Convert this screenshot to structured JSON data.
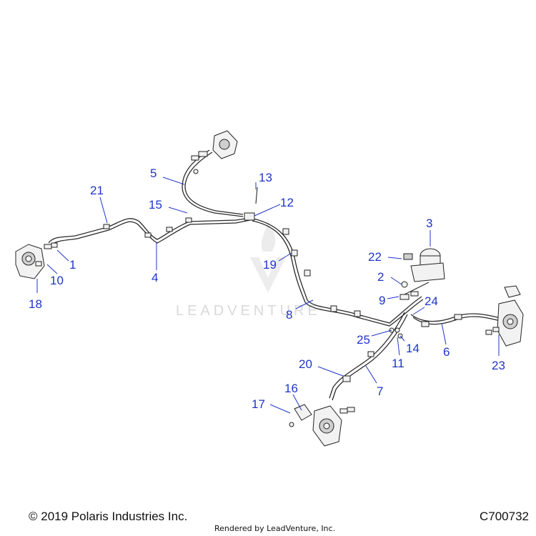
{
  "callouts": [
    {
      "id": "1",
      "label": "1"
    },
    {
      "id": "2",
      "label": "2"
    },
    {
      "id": "3",
      "label": "3"
    },
    {
      "id": "4",
      "label": "4"
    },
    {
      "id": "5",
      "label": "5"
    },
    {
      "id": "6",
      "label": "6"
    },
    {
      "id": "7",
      "label": "7"
    },
    {
      "id": "8",
      "label": "8"
    },
    {
      "id": "9",
      "label": "9"
    },
    {
      "id": "10",
      "label": "10"
    },
    {
      "id": "11",
      "label": "11"
    },
    {
      "id": "12",
      "label": "12"
    },
    {
      "id": "13",
      "label": "13"
    },
    {
      "id": "14",
      "label": "14"
    },
    {
      "id": "15",
      "label": "15"
    },
    {
      "id": "16",
      "label": "16"
    },
    {
      "id": "17",
      "label": "17"
    },
    {
      "id": "18",
      "label": "18"
    },
    {
      "id": "19",
      "label": "19"
    },
    {
      "id": "20",
      "label": "20"
    },
    {
      "id": "21",
      "label": "21"
    },
    {
      "id": "22",
      "label": "22"
    },
    {
      "id": "23",
      "label": "23"
    },
    {
      "id": "24",
      "label": "24"
    },
    {
      "id": "25",
      "label": "25"
    }
  ],
  "watermark": "LEADVENTURE",
  "footer": {
    "copyright": "© 2019 Polaris Industries Inc.",
    "rendered_by": "Rendered by LeadVenture, Inc.",
    "code": "C700732"
  },
  "colors": {
    "callout": "#1f35c8",
    "line": "#2a2a2a"
  }
}
